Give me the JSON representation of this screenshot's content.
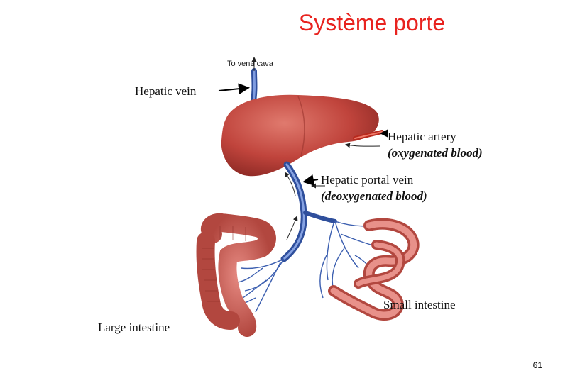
{
  "slide": {
    "title": "Système porte",
    "page_number": "61"
  },
  "labels": {
    "vena_cava": "To vena cava",
    "hepatic_vein": "Hepatic vein",
    "hepatic_artery": "Hepatic artery",
    "hepatic_artery_sub": "(oxygenated blood)",
    "portal_vein": "Hepatic portal vein",
    "portal_vein_sub": "(deoxygenated blood)",
    "small_intestine": "Small intestine",
    "large_intestine": "Large intestine"
  },
  "colors": {
    "title": "#e8231f",
    "liver": "#c0443c",
    "vein": "#4a6fc0",
    "artery": "#d23a2a",
    "intestine": "#d9756e"
  }
}
